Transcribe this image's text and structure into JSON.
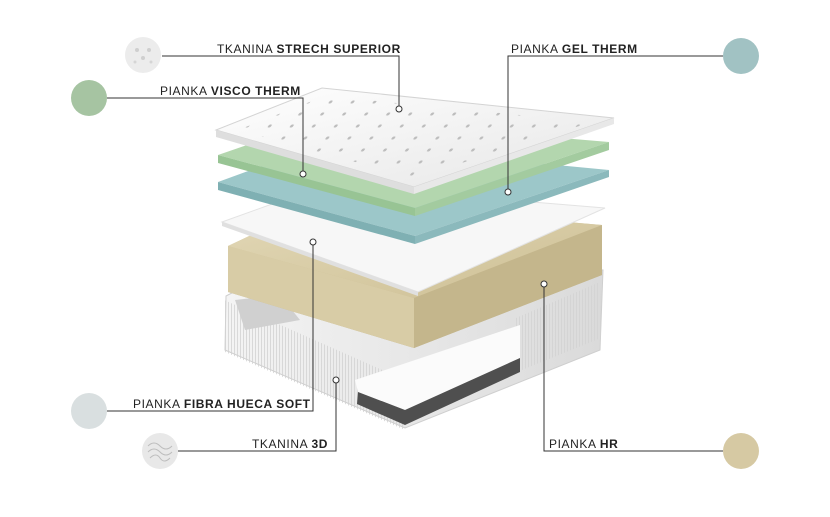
{
  "layers": [
    {
      "id": "strech",
      "prefix": "TKANINA",
      "name": "STRECH SUPERIOR",
      "swatch": "texture",
      "color": "#e9e9e9"
    },
    {
      "id": "visco",
      "prefix": "PIANKA",
      "name": "VISCO THERM",
      "swatch": "solid",
      "color": "#a6c4a2"
    },
    {
      "id": "gel",
      "prefix": "PIANKA",
      "name": "GEL THERM",
      "swatch": "solid",
      "color": "#a1c2c3"
    },
    {
      "id": "fibra",
      "prefix": "PIANKA",
      "name": "FIBRA HUECA SOFT",
      "swatch": "solid",
      "color": "#d9dfe0"
    },
    {
      "id": "tkanina3d",
      "prefix": "TKANINA",
      "name": "3D",
      "swatch": "texture",
      "color": "#e4e4e4"
    },
    {
      "id": "hr",
      "prefix": "PIANKA",
      "name": "HR",
      "swatch": "solid",
      "color": "#d6c9a3"
    }
  ],
  "colors": {
    "green_layer": "#a9d1a5",
    "blue_layer": "#8fbcc0",
    "fibra_layer": "#f2f2f2",
    "hr_layer": "#cbbf98",
    "base_fabric": "#ededed",
    "base_dark": "#5a5a5a",
    "leader_line": "#333333"
  }
}
